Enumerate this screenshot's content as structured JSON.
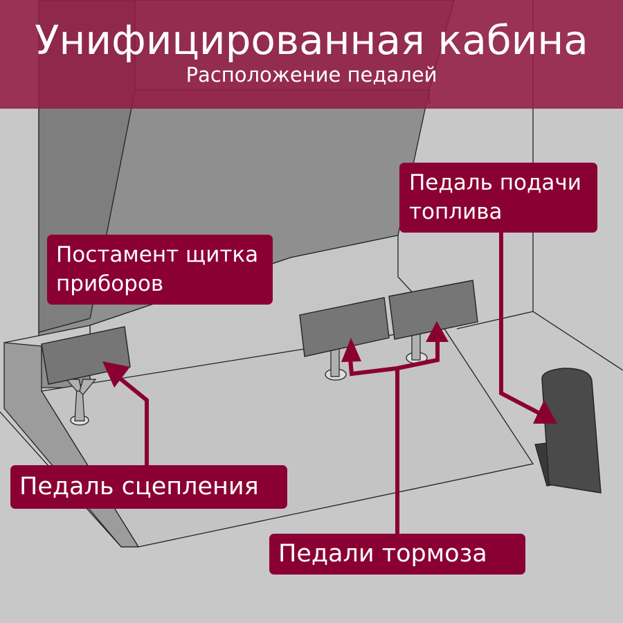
{
  "header": {
    "title": "Унифицированная кабина",
    "subtitle": "Расположение педалей"
  },
  "labels": {
    "dashboard_pedestal": "Постамент щитка\nприборов",
    "fuel_pedal": "Педаль подачи\nтоплива",
    "clutch_pedal": "Педаль сцепления",
    "brake_pedals": "Педали тормоза"
  },
  "colors": {
    "header_bg": "#921c44",
    "callout_bg": "#8a0032",
    "arrow": "#8a0032",
    "floor": "#c8c8c8",
    "wall_dark": "#8a8a8a",
    "pedal_pad": "#767676",
    "fuel_pedal": "#4a4a4a"
  }
}
